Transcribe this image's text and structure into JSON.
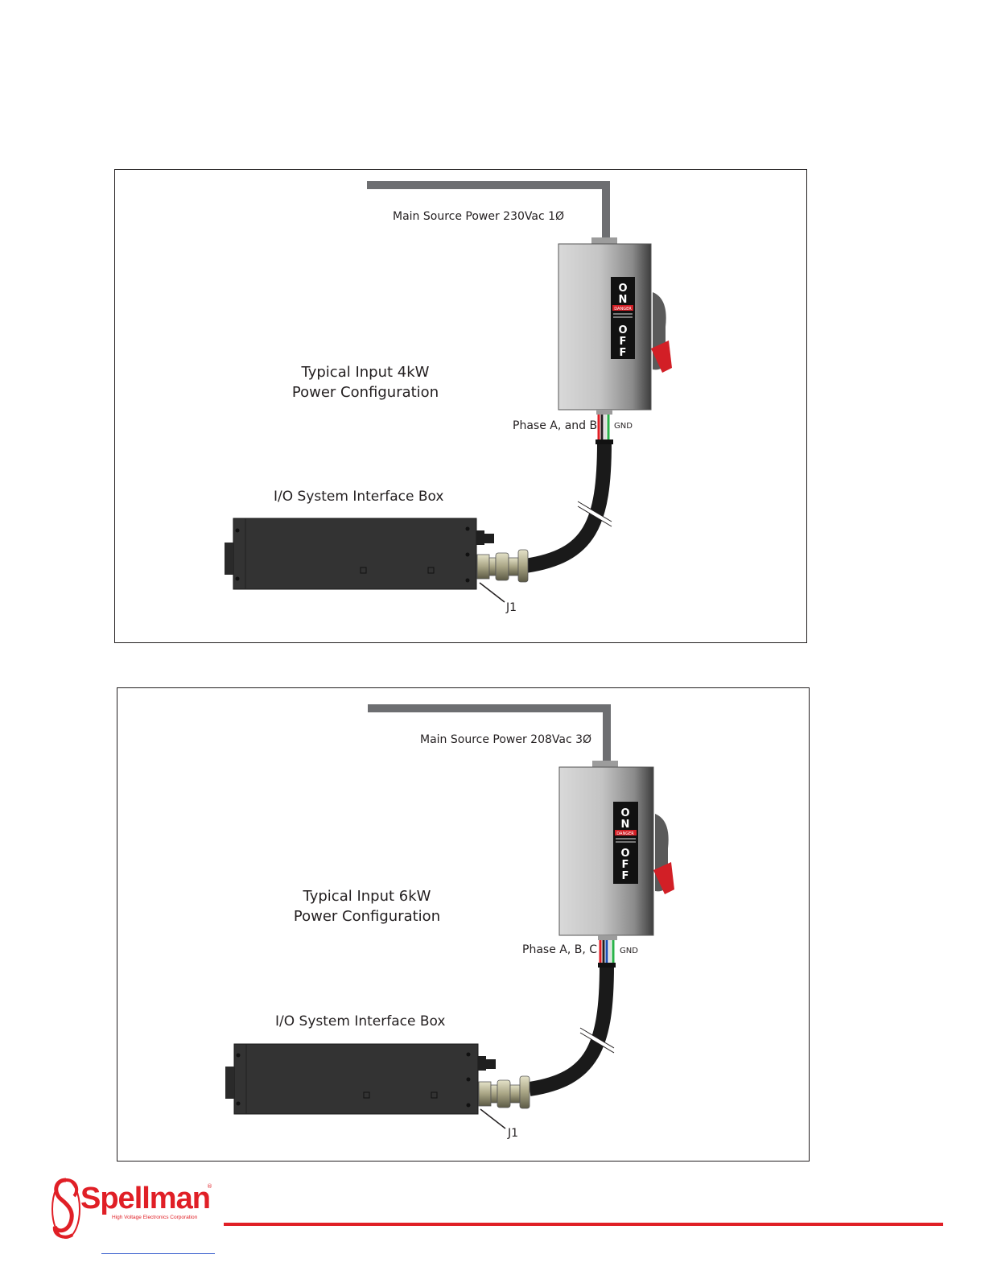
{
  "figures": [
    {
      "source_label": "Main Source Power 230Vac 1Ø",
      "title_line1": "Typical Input 4kW",
      "title_line2": "Power Configuration",
      "io_box_label": "I/O System Interface Box",
      "phase_label": "Phase A, and B",
      "gnd_label": "GND",
      "connector_label": "J1",
      "switch_on": "ON",
      "switch_off": "OFF",
      "danger_text": "DANGER",
      "wire_colors": [
        "#e01f26",
        "#231f20",
        "#ffffff",
        "#2ab34a"
      ]
    },
    {
      "source_label": "Main Source Power 208Vac 3Ø",
      "title_line1": "Typical Input 6kW",
      "title_line2": "Power Configuration",
      "io_box_label": "I/O System Interface Box",
      "phase_label": "Phase A, B, C",
      "gnd_label": "GND",
      "connector_label": "J1",
      "switch_on": "ON",
      "switch_off": "OFF",
      "danger_text": "DANGER",
      "wire_colors": [
        "#e01f26",
        "#231f20",
        "#1f4fb4",
        "#ffffff",
        "#2ab34a"
      ]
    }
  ],
  "footer": {
    "logo_name": "Spellman",
    "logo_reg": "®",
    "logo_tagline": "High Voltage Electronics Corporation",
    "brand_color": "#e01f26"
  }
}
